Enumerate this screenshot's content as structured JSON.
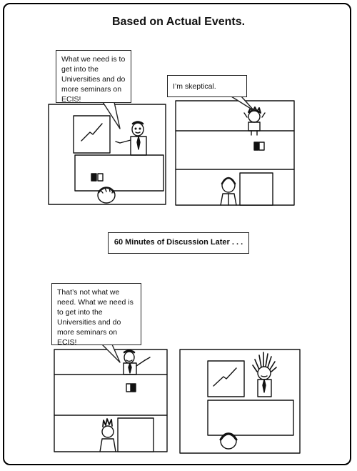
{
  "comic": {
    "title": "Based on Actual Events.",
    "caption": "60 Minutes of Discussion Later . . .",
    "bubbles": {
      "panel1": "What we need is to get into the Universities and do more seminars on ECIS!",
      "panel2": "I’m skeptical.",
      "panel3": "That’s not what we need.  What we need is to get into the Universities and do more seminars on ECIS!"
    }
  }
}
